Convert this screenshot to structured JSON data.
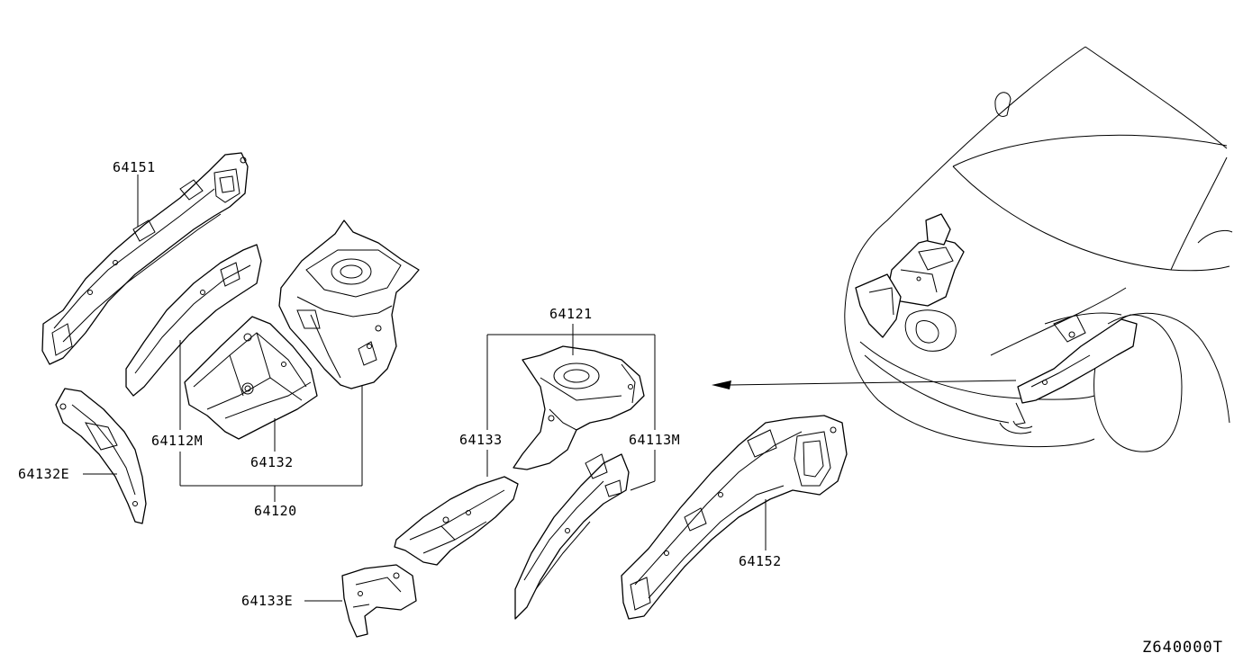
{
  "labels": {
    "p64151": "64151",
    "p64112M": "64112M",
    "p64132E": "64132E",
    "p64132": "64132",
    "p64120": "64120",
    "p64121": "64121",
    "p64133": "64133",
    "p64113M": "64113M",
    "p64133E": "64133E",
    "p64152": "64152"
  },
  "diagram_code": "Z640000T"
}
